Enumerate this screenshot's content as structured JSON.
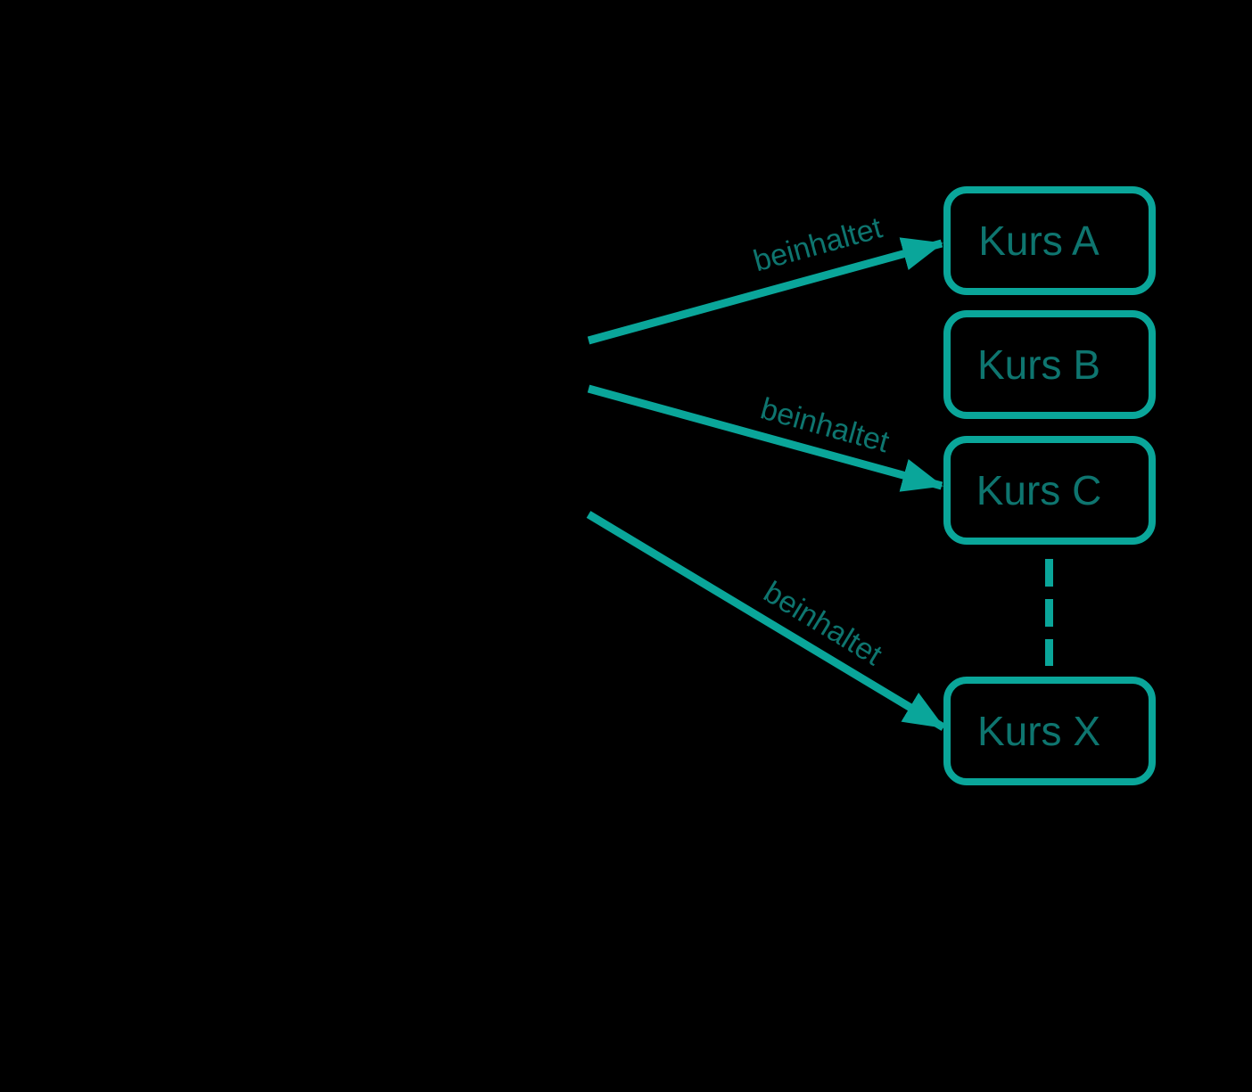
{
  "diagram": {
    "background_color": "#000000",
    "accent_color": "#0AA69A",
    "text_color": "#0E756F",
    "nodes": [
      {
        "id": "kurs-a",
        "label": "Kurs A"
      },
      {
        "id": "kurs-b",
        "label": "Kurs B"
      },
      {
        "id": "kurs-c",
        "label": "Kurs C"
      },
      {
        "id": "kurs-x",
        "label": "Kurs X"
      }
    ],
    "edges": [
      {
        "label": "beinhaltet",
        "to": "kurs-a",
        "style": "solid-arrow"
      },
      {
        "label": "beinhaltet",
        "to": "kurs-c",
        "style": "solid-arrow"
      },
      {
        "label": "beinhaltet",
        "to": "kurs-x",
        "style": "solid-arrow"
      },
      {
        "from": "kurs-c",
        "to": "kurs-x",
        "style": "dashed",
        "label": ""
      }
    ]
  }
}
